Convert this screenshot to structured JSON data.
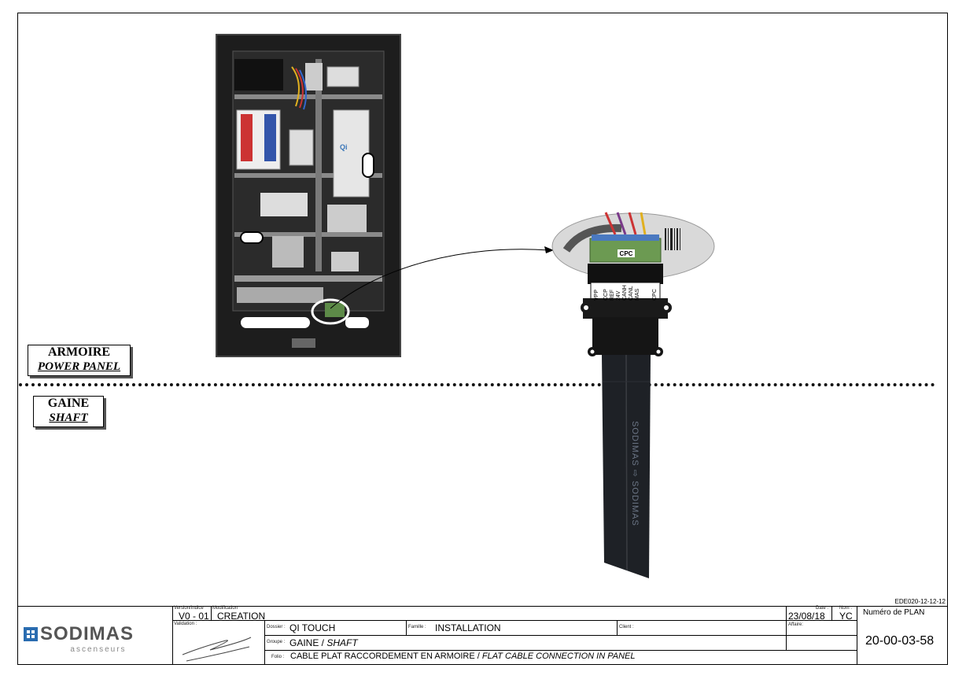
{
  "zones": {
    "armoire": {
      "fr": "ARMOIRE",
      "en": "POWER PANEL"
    },
    "gaine": {
      "fr": "GAINE",
      "en": "SHAFT"
    }
  },
  "connector": {
    "name": "CPC",
    "pins": [
      "VPP",
      "CCP",
      "REF",
      "24V",
      "CANH",
      "CANL",
      "MAS",
      "CPC"
    ],
    "cable_print": "SODIMAS ⇨ SODIMAS"
  },
  "panel_brand": "Qi",
  "doc_ref": "EDE020-12-12-12",
  "titleblock": {
    "logo_main": "SODIMAS",
    "logo_sub": "ascenseurs",
    "version_label": "Version/Indice",
    "version": "V0 - 01",
    "modification_label": "Modification",
    "modification": "CREATION",
    "validation_label": "Validation :",
    "dossier_label": "Dossier :",
    "dossier": "QI TOUCH",
    "famille_label": "Famille :",
    "famille": "INSTALLATION",
    "client_label": "Client :",
    "client": "",
    "groupe_label": "Groupe :",
    "groupe_fr": "GAINE / ",
    "groupe_en": "SHAFT",
    "folio_label": "Folio :",
    "folio_fr": "CABLE PLAT RACCORDEMENT EN ARMOIRE / ",
    "folio_en": "FLAT CABLE CONNECTION IN PANEL",
    "date_label": "Date :",
    "date": "23/08/18",
    "nom_label": "Nom :",
    "nom": "YC",
    "affaire_label": "Affaire:",
    "plan_label": "Numéro de PLAN",
    "plan_number": "20-00-03-58"
  },
  "colors": {
    "brand_blue": "#2a6cb0",
    "cable": "#1e2126",
    "connector_green": "#6c9a52"
  }
}
